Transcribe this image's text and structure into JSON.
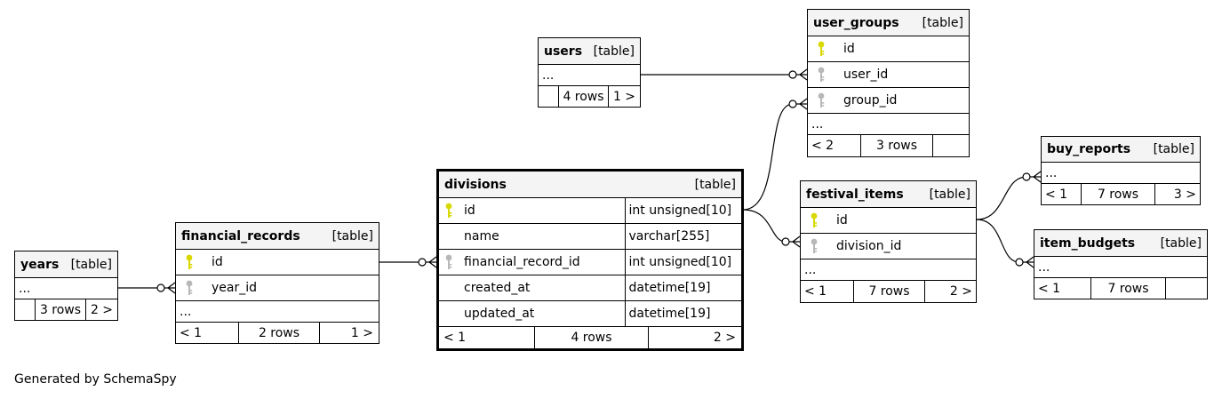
{
  "tables": {
    "users": {
      "name": "users",
      "kind": "[table]",
      "ellipsis": "...",
      "rows_in": "",
      "rows": "4 rows",
      "rows_out": "1 >"
    },
    "user_groups": {
      "name": "user_groups",
      "kind": "[table]",
      "columns": [
        {
          "name": "id",
          "key": "primary"
        },
        {
          "name": "user_id",
          "key": "foreign"
        },
        {
          "name": "group_id",
          "key": "foreign"
        }
      ],
      "ellipsis": "...",
      "rows_in": "< 2",
      "rows": "3 rows",
      "rows_out": ""
    },
    "buy_reports": {
      "name": "buy_reports",
      "kind": "[table]",
      "ellipsis": "...",
      "rows_in": "< 1",
      "rows": "7 rows",
      "rows_out": "3 >"
    },
    "item_budgets": {
      "name": "item_budgets",
      "kind": "[table]",
      "ellipsis": "...",
      "rows_in": "< 1",
      "rows": "7 rows",
      "rows_out": ""
    },
    "festival_items": {
      "name": "festival_items",
      "kind": "[table]",
      "columns": [
        {
          "name": "id",
          "key": "primary"
        },
        {
          "name": "division_id",
          "key": "foreign"
        }
      ],
      "ellipsis": "...",
      "rows_in": "< 1",
      "rows": "7 rows",
      "rows_out": "2 >"
    },
    "divisions": {
      "name": "divisions",
      "kind": "[table]",
      "columns": [
        {
          "name": "id",
          "type": "int unsigned[10]",
          "key": "primary"
        },
        {
          "name": "name",
          "type": "varchar[255]",
          "key": "none"
        },
        {
          "name": "financial_record_id",
          "type": "int unsigned[10]",
          "key": "foreign"
        },
        {
          "name": "created_at",
          "type": "datetime[19]",
          "key": "none"
        },
        {
          "name": "updated_at",
          "type": "datetime[19]",
          "key": "none"
        }
      ],
      "rows_in": "< 1",
      "rows": "4 rows",
      "rows_out": "2 >"
    },
    "financial_records": {
      "name": "financial_records",
      "kind": "[table]",
      "columns": [
        {
          "name": "id",
          "key": "primary"
        },
        {
          "name": "year_id",
          "key": "foreign"
        }
      ],
      "ellipsis": "...",
      "rows_in": "< 1",
      "rows": "2 rows",
      "rows_out": "1 >"
    },
    "years": {
      "name": "years",
      "kind": "[table]",
      "ellipsis": "...",
      "rows_in": "",
      "rows": "3 rows",
      "rows_out": "2 >"
    }
  },
  "relationships": [
    {
      "from": "users",
      "to": "user_groups.user_id"
    },
    {
      "from": "divisions",
      "to": "user_groups.group_id"
    },
    {
      "from": "divisions.id",
      "to": "festival_items.division_id"
    },
    {
      "from": "festival_items",
      "to": "buy_reports"
    },
    {
      "from": "festival_items",
      "to": "item_budgets"
    },
    {
      "from": "financial_records",
      "to": "divisions.financial_record_id"
    },
    {
      "from": "years",
      "to": "financial_records.year_id"
    }
  ],
  "colors": {
    "primary_key": "#d8d800",
    "foreign_key": "#b8b8b8",
    "header_bg": "#f4f4f4",
    "line": "#000000"
  },
  "footer": "Generated by SchemaSpy"
}
